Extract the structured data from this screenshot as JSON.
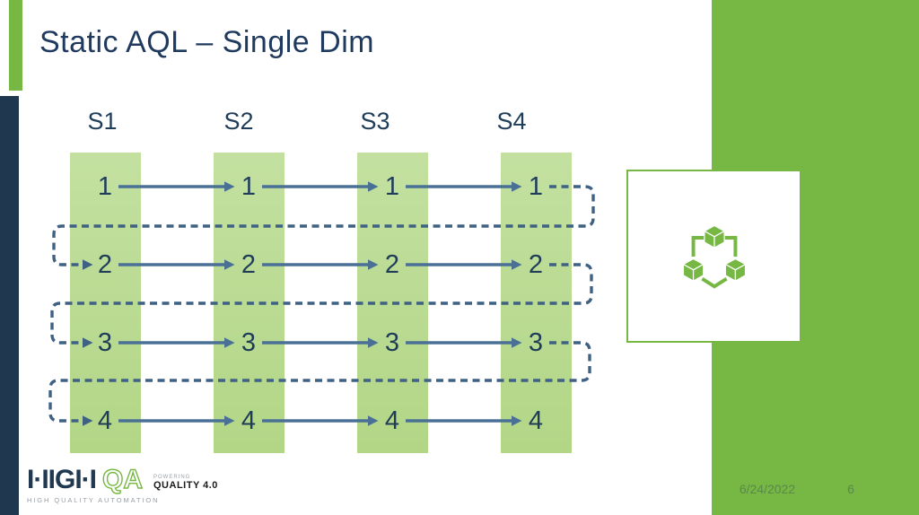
{
  "slide": {
    "title": "Static AQL – Single Dim",
    "date": "6/24/2022",
    "page_number": "6"
  },
  "diagram": {
    "type": "serpentine-flow-grid",
    "columns": [
      {
        "label": "S1",
        "values": [
          "1",
          "2",
          "3",
          "4"
        ]
      },
      {
        "label": "S2",
        "values": [
          "1",
          "2",
          "3",
          "4"
        ]
      },
      {
        "label": "S3",
        "values": [
          "1",
          "2",
          "3",
          "4"
        ]
      },
      {
        "label": "S4",
        "values": [
          "1",
          "2",
          "3",
          "4"
        ]
      }
    ]
  },
  "logo": {
    "wordmark": "I·IIGI·I",
    "wordmark_qa": "QA",
    "tagline": "HIGH QUALITY AUTOMATION",
    "powering": "POWERING",
    "quality": "QUALITY 4.0"
  },
  "colors": {
    "accent_green": "#76B843",
    "column_green": "#B9DA90",
    "navy": "#1F3850",
    "arrow_blue": "#4A7096",
    "dash_blue": "#3F6184"
  }
}
